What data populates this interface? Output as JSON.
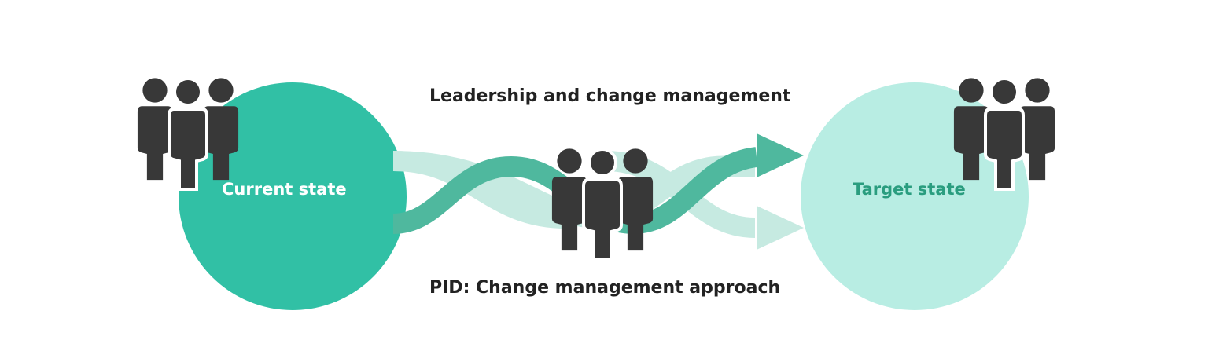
{
  "diagram": {
    "current_state_label": "Current state",
    "target_state_label": "Target state",
    "top_label": "Leadership and change management",
    "bottom_label": "PID: Change management approach"
  },
  "colors": {
    "current_circle": "#31c0a5",
    "target_circle": "#b8ede3",
    "dark_ribbon": "#4fb89e",
    "light_ribbon": "#c6eae1",
    "people": "#383838",
    "target_text": "#2a9d7f"
  },
  "icons": {
    "left_group": "people-group-icon",
    "center_group": "people-group-icon",
    "right_group": "people-group-icon"
  }
}
